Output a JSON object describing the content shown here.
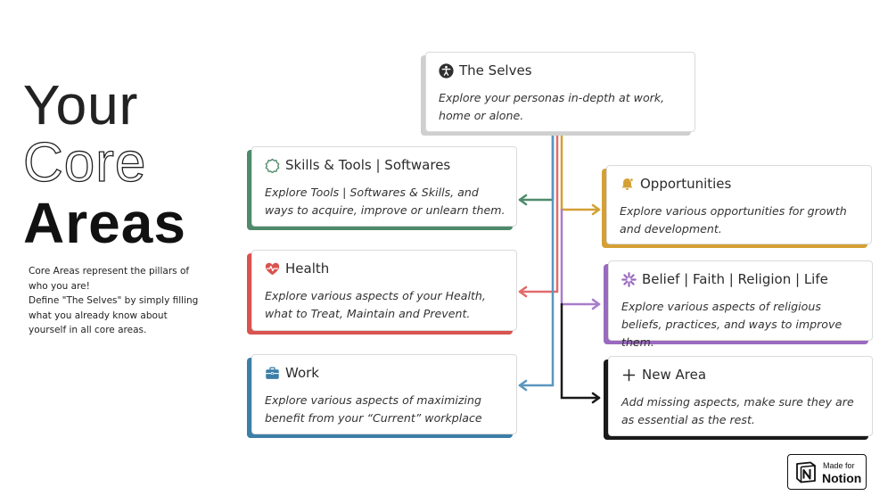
{
  "heading": {
    "line1": "Your",
    "line2": "Core",
    "line3": "Areas"
  },
  "description": [
    "Core Areas represent the pillars of who you are!",
    "Define \"The Selves\" by simply filling what you already know about yourself in all core areas."
  ],
  "cards": {
    "selves": {
      "title": "The Selves",
      "desc": "Explore your personas in-depth at work, home or alone.",
      "icon": "accessibility-icon",
      "color": "#c9c9c9"
    },
    "skills": {
      "title": "Skills & Tools | Softwares",
      "desc": "Explore Tools | Softwares & Skills, and ways to acquire, improve or unlearn them.",
      "icon": "badge-icon",
      "color": "#4f8a6a"
    },
    "health": {
      "title": "Health",
      "desc": "Explore various aspects of your Health, what to Treat, Maintain and Prevent.",
      "icon": "heart-pulse-icon",
      "color": "#d9534f"
    },
    "work": {
      "title": "Work",
      "desc": "Explore various aspects of maximizing benefit from your “Current” workplace",
      "icon": "briefcase-icon",
      "color": "#3b7ea8"
    },
    "opportunities": {
      "title": "Opportunities",
      "desc": "Explore various opportunities for growth and development.",
      "icon": "bell-icon",
      "color": "#d4a035"
    },
    "belief": {
      "title": "Belief | Faith | Religion | Life",
      "desc": "Explore various aspects of religious beliefs, practices, and ways to improve them.",
      "icon": "sparkle-icon",
      "color": "#9a6abf"
    },
    "newarea": {
      "title": "New Area",
      "desc": "Add missing aspects, make sure they are as essential as the rest.",
      "icon": "plus-icon",
      "color": "#1a1a1a"
    }
  },
  "badge": {
    "small": "Made for",
    "big": "Notion"
  }
}
